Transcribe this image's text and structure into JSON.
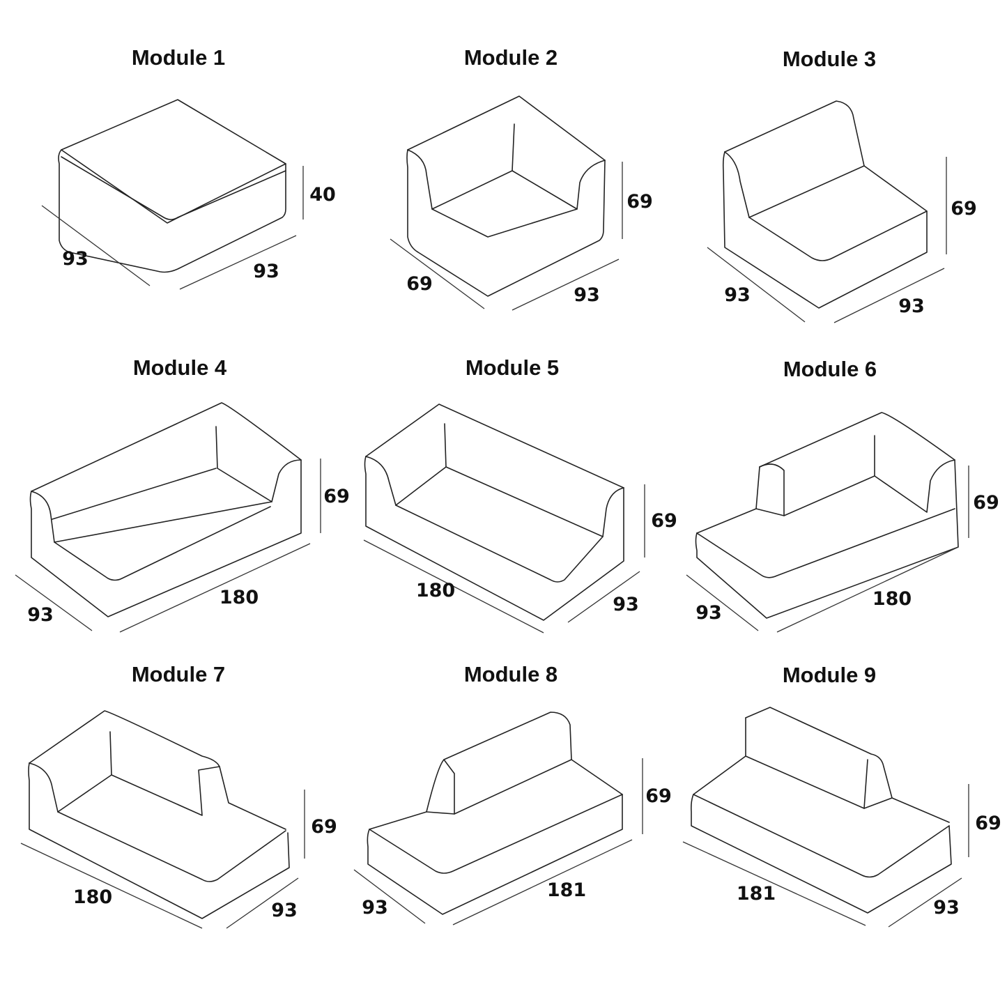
{
  "modules": [
    {
      "title": "Module 1",
      "depth": "93",
      "width": "93",
      "height": "40"
    },
    {
      "title": "Module 2",
      "depth": "69",
      "width": "93",
      "height": "69"
    },
    {
      "title": "Module 3",
      "depth": "93",
      "width": "93",
      "height": "69"
    },
    {
      "title": "Module 4",
      "depth": "93",
      "width": "180",
      "height": "69"
    },
    {
      "title": "Module 5",
      "depth": "180",
      "width": "93",
      "height": "69"
    },
    {
      "title": "Module 6",
      "depth": "93",
      "width": "180",
      "height": "69"
    },
    {
      "title": "Module 7",
      "depth": "180",
      "width": "93",
      "height": "69"
    },
    {
      "title": "Module 8",
      "depth": "93",
      "width": "181",
      "height": "69"
    },
    {
      "title": "Module 9",
      "depth": "181",
      "width": "93",
      "height": "69"
    }
  ]
}
